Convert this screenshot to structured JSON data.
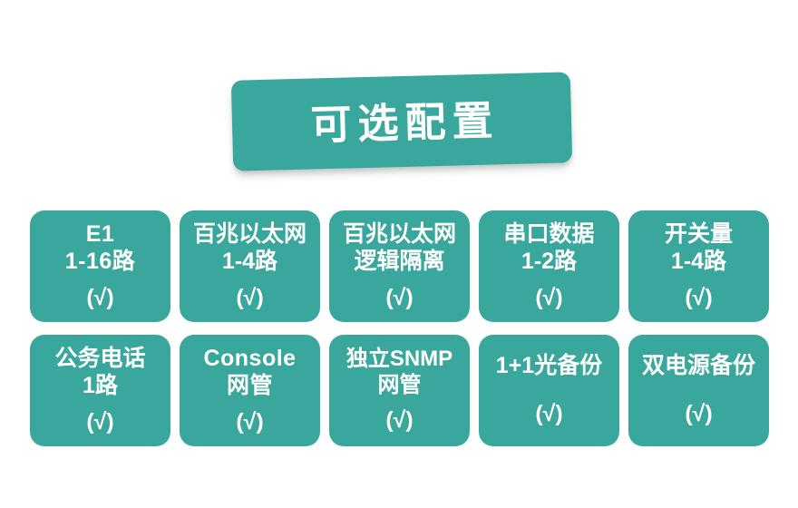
{
  "theme": {
    "accent": "#3aa79c",
    "text_on_accent": "#ffffff",
    "background": "#ffffff"
  },
  "banner": {
    "title": "可选配置"
  },
  "cards": [
    {
      "id": "e1",
      "lines": [
        "E1",
        "1-16路"
      ],
      "check": "(√)",
      "style": "latin"
    },
    {
      "id": "fast-ethernet",
      "lines": [
        "百兆以太网",
        "1-4路"
      ],
      "check": "(√)",
      "style": "cjk"
    },
    {
      "id": "fast-ethernet-logical-isolation",
      "lines": [
        "百兆以太网",
        "逻辑隔离"
      ],
      "check": "(√)",
      "style": "cjk"
    },
    {
      "id": "serial-data",
      "lines": [
        "串口数据",
        "1-2路"
      ],
      "check": "(√)",
      "style": "cjk"
    },
    {
      "id": "switching-value",
      "lines": [
        "开关量",
        "1-4路"
      ],
      "check": "(√)",
      "style": "cjk"
    },
    {
      "id": "service-phone",
      "lines": [
        "公务电话",
        "1路"
      ],
      "check": "(√)",
      "style": "cjk"
    },
    {
      "id": "console-management",
      "lines": [
        "Console",
        "网管"
      ],
      "check": "(√)",
      "style": "latin"
    },
    {
      "id": "independent-snmp-management",
      "lines": [
        "独立SNMP",
        "网管"
      ],
      "check": "(√)",
      "style": "wide"
    },
    {
      "id": "optical-1plus1-backup",
      "lines": [
        "1+1光备份"
      ],
      "check": "(√)",
      "style": "cjk"
    },
    {
      "id": "dual-power-backup",
      "lines": [
        "双电源备份"
      ],
      "check": "(√)",
      "style": "cjk"
    }
  ]
}
